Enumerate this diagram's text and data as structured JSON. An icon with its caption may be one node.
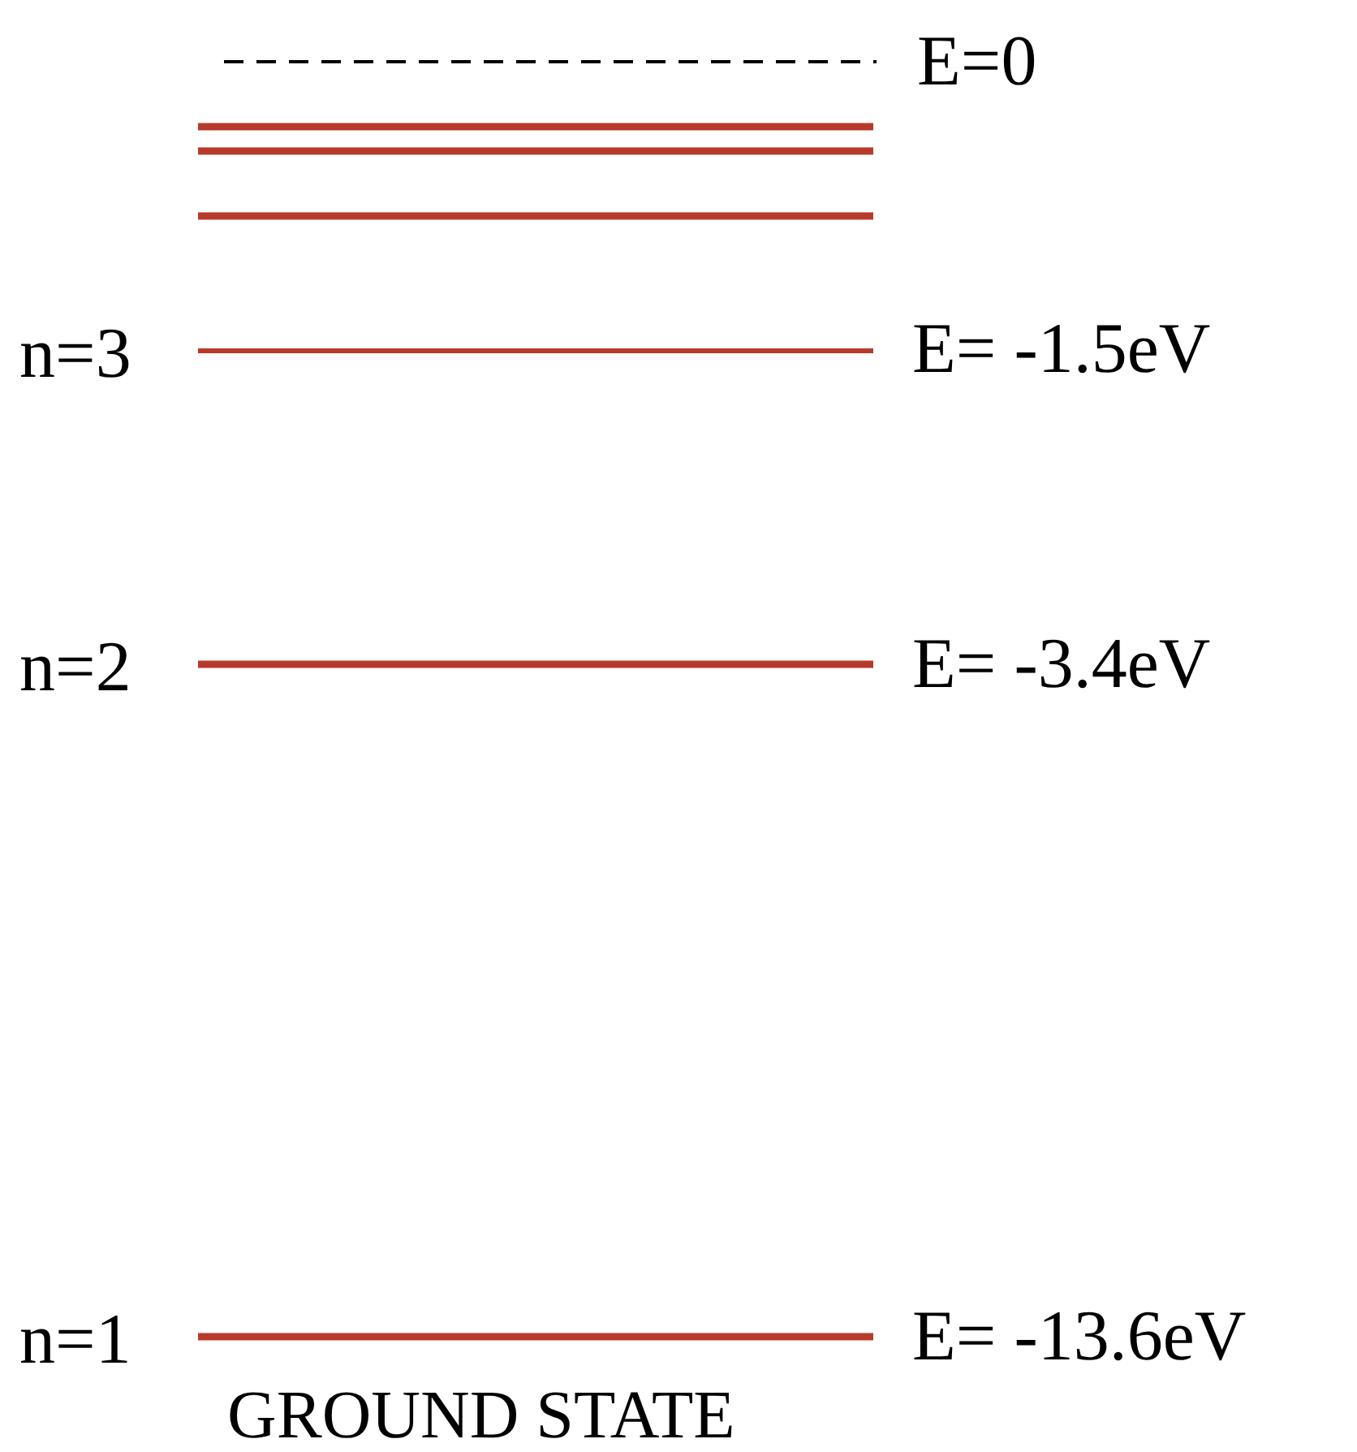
{
  "diagram": {
    "labels": [
      "E=0",
      "n=3",
      "E= -1.5eV",
      "n=2",
      "E= -3.4eV",
      "n=1",
      "E= -13.6eV",
      "GROUND STATE"
    ]
  }
}
